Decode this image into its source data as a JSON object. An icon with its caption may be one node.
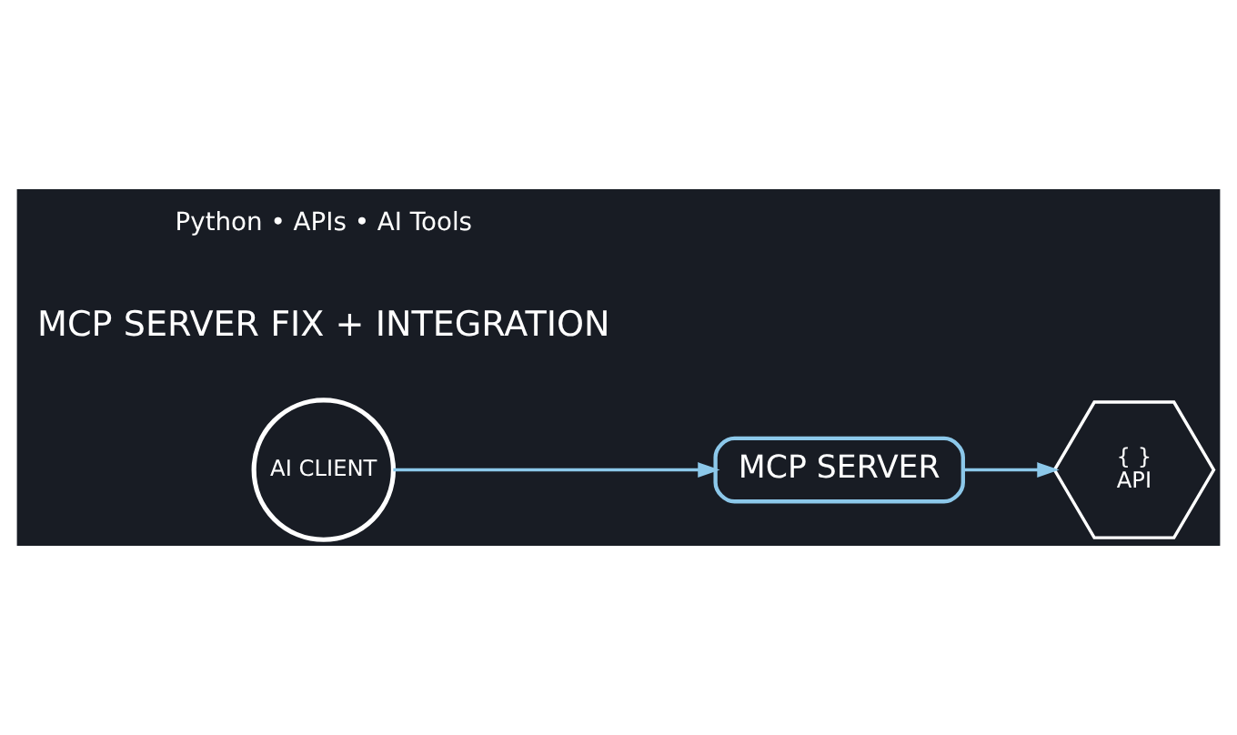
{
  "diagram": {
    "nodes": [
      {
        "text": [
          "AI CLIENT"
        ]
      },
      {
        "text": [
          "MCP SERVER"
        ]
      },
      {
        "text": [
          "{ }",
          "API"
        ]
      }
    ],
    "edges": [
      {
        "from": 0,
        "to": 1,
        "arrow": "to"
      },
      {
        "from": 1,
        "to": 2,
        "arrow": "to"
      }
    ],
    "labels": [
      "MCP SERVER FIX + INTEGRATION",
      "Python • APIs • AI Tools"
    ]
  }
}
